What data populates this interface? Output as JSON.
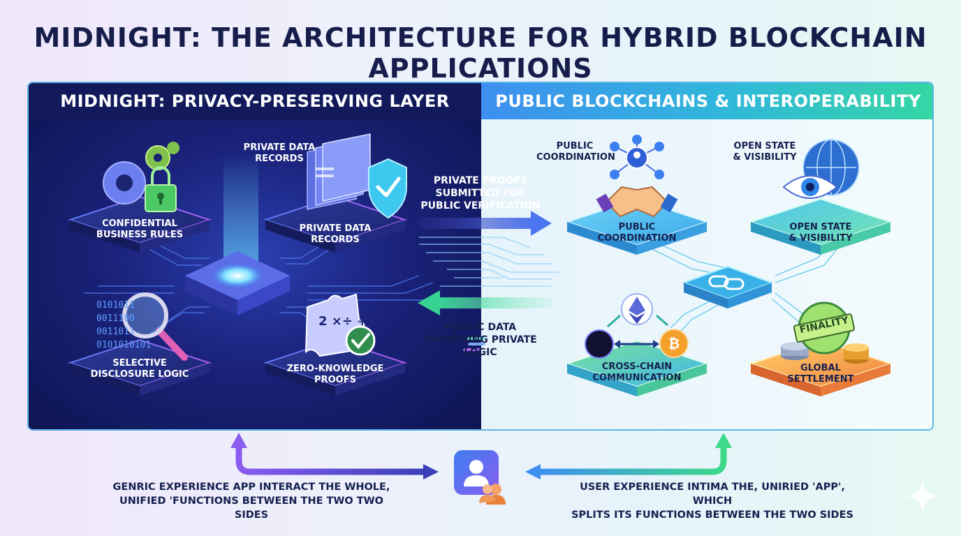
{
  "title": "MIDNIGHT: THE ARCHITECTURE FOR HYBRID BLOCKCHAIN APPLICATIONS",
  "left_panel": {
    "header": "MIDNIGHT: PRIVACY-PRESERVING LAYER",
    "tiles": {
      "confidential": "CONFIDENTIAL\nBUSINESS RULES",
      "private_data": "PRIVATE DATA\nRECORDS",
      "selective": "SELECTIVE\nDISCLOSURE LOGIC",
      "zk": "ZERO-KNOWLEDGE\nPROOFS"
    },
    "private_data_caption": "PRIVATE DATA\nRECORDS",
    "binary_text": [
      "0101011",
      "0011100",
      "0011011",
      "0101010101"
    ],
    "math_text": "2 ×÷ +"
  },
  "right_panel": {
    "header": "PUBLIC BLOCKCHAINS & INTEROPERABILITY",
    "tiles": {
      "coordination": "PUBLIC\nCOORDINATION",
      "open_state": "OPEN STATE\n& VISIBILITY",
      "cross_chain": "CROSS-CHAIN\nCOMMUNICATION",
      "settlement": "GLOBAL\nSETTLEMENT"
    },
    "coordination_caption": "PUBLIC\nCOORDINATION",
    "open_state_caption": "OPEN STATE\n& VISIBILITY",
    "finality_badge": "FINALITY"
  },
  "flows": {
    "to_public": "PRIVATE PROOFS\nSUBMITTED FOR\nPUBLIC VERIFICATION",
    "to_private": "PUBLIC DATA\nINFORMING PRIVATE\nLOGIC"
  },
  "bottom": {
    "left_text": "GENRIC EXPERIENCE APP INTERACT THE WHOLE,\nUNIFIED 'FUNCTIONS BETWEEN THE TWO TWO SIDES",
    "right_text": "USER EXPERIENCE INTIMA THE, UNIRIED 'APP', WHICH\nSPLITS ITS FUNCTIONS BETWEEN THE TWO SIDES"
  },
  "colors": {
    "title": "#161d4a",
    "left_bg": "#1a227a",
    "right_accent_start": "#3d8ff0",
    "right_accent_end": "#35d6a4",
    "arrow_purple": "#7b5cf0",
    "arrow_green": "#36d392"
  },
  "icons": [
    "gears-icon",
    "padlock-icon",
    "folders-icon",
    "shield-check-icon",
    "magnifier-icon",
    "puzzle-icon",
    "network-icon",
    "handshake-icon",
    "globe-eye-icon",
    "chain-link-icon",
    "ethereum-icon",
    "bitcoin-icon",
    "solana-icon",
    "coins-icon",
    "user-icon",
    "sparkle-icon"
  ]
}
